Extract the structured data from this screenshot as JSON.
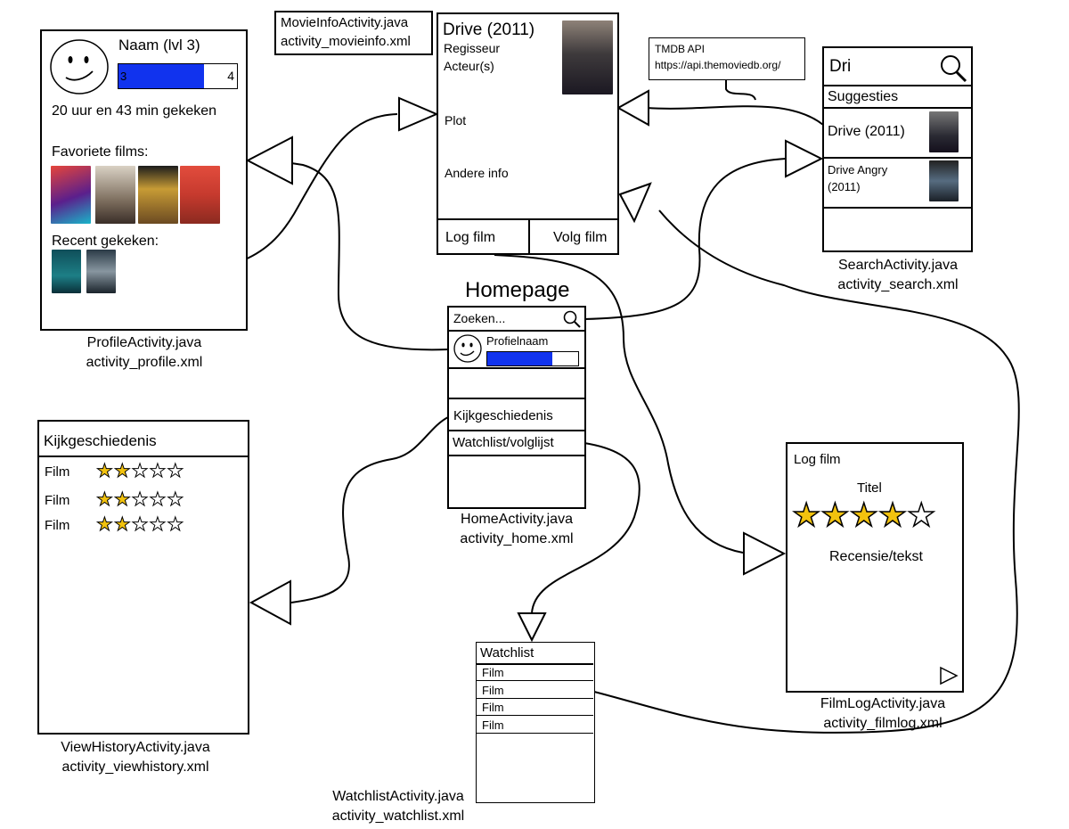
{
  "profile": {
    "name": "Naam (lvl 3)",
    "level_current": "3",
    "level_next": "4",
    "level_progress": 0.72,
    "watch_time": "20 uur en 43 min gekeken",
    "favorites_label": "Favoriete films:",
    "recent_label": "Recent gekeken:",
    "caption_java": "ProfileActivity.java",
    "caption_xml": "activity_profile.xml"
  },
  "movieinfo": {
    "caption_java": "MovieInfoActivity.java",
    "caption_xml": "activity_movieinfo.xml",
    "title": "Drive (2011)",
    "director": "Regisseur",
    "actors": "Acteur(s)",
    "plot": "Plot",
    "other": "Andere info",
    "log_button": "Log film",
    "follow_button": "Volg film"
  },
  "api": {
    "name": "TMDB API",
    "url": "https://api.themoviedb.org/"
  },
  "search": {
    "query": "Dri",
    "suggestions_label": "Suggesties",
    "results": [
      {
        "title": "Drive (2011)"
      },
      {
        "title": "Drive Angry\n(2011)"
      }
    ],
    "caption_java": "SearchActivity.java",
    "caption_xml": "activity_search.xml"
  },
  "home": {
    "heading": "Homepage",
    "search_placeholder": "Zoeken...",
    "profile_name": "Profielnaam",
    "profile_progress": 0.72,
    "history_item": "Kijkgeschiedenis",
    "watchlist_item": "Watchlist/volglijst",
    "caption_java": "HomeActivity.java",
    "caption_xml": "activity_home.xml"
  },
  "history": {
    "title": "Kijkgeschiedenis",
    "rows": [
      {
        "label": "Film",
        "rating": 2
      },
      {
        "label": "Film",
        "rating": 2
      },
      {
        "label": "Film",
        "rating": 2
      }
    ],
    "caption_java": "ViewHistoryActivity.java",
    "caption_xml": "activity_viewhistory.xml"
  },
  "watchlist": {
    "title": "Watchlist",
    "items": [
      "Film",
      "Film",
      "Film",
      "Film"
    ],
    "caption_java": "WatchlistActivity.java",
    "caption_xml": "activity_watchlist.xml"
  },
  "filmlog": {
    "title": "Log film",
    "field_title": "Titel",
    "rating": 4,
    "max_rating": 5,
    "review": "Recensie/tekst",
    "caption_java": "FilmLogActivity.java",
    "caption_xml": "activity_filmlog.xml"
  },
  "colors": {
    "progress": "#1133ee",
    "star": "#f2c20e"
  }
}
